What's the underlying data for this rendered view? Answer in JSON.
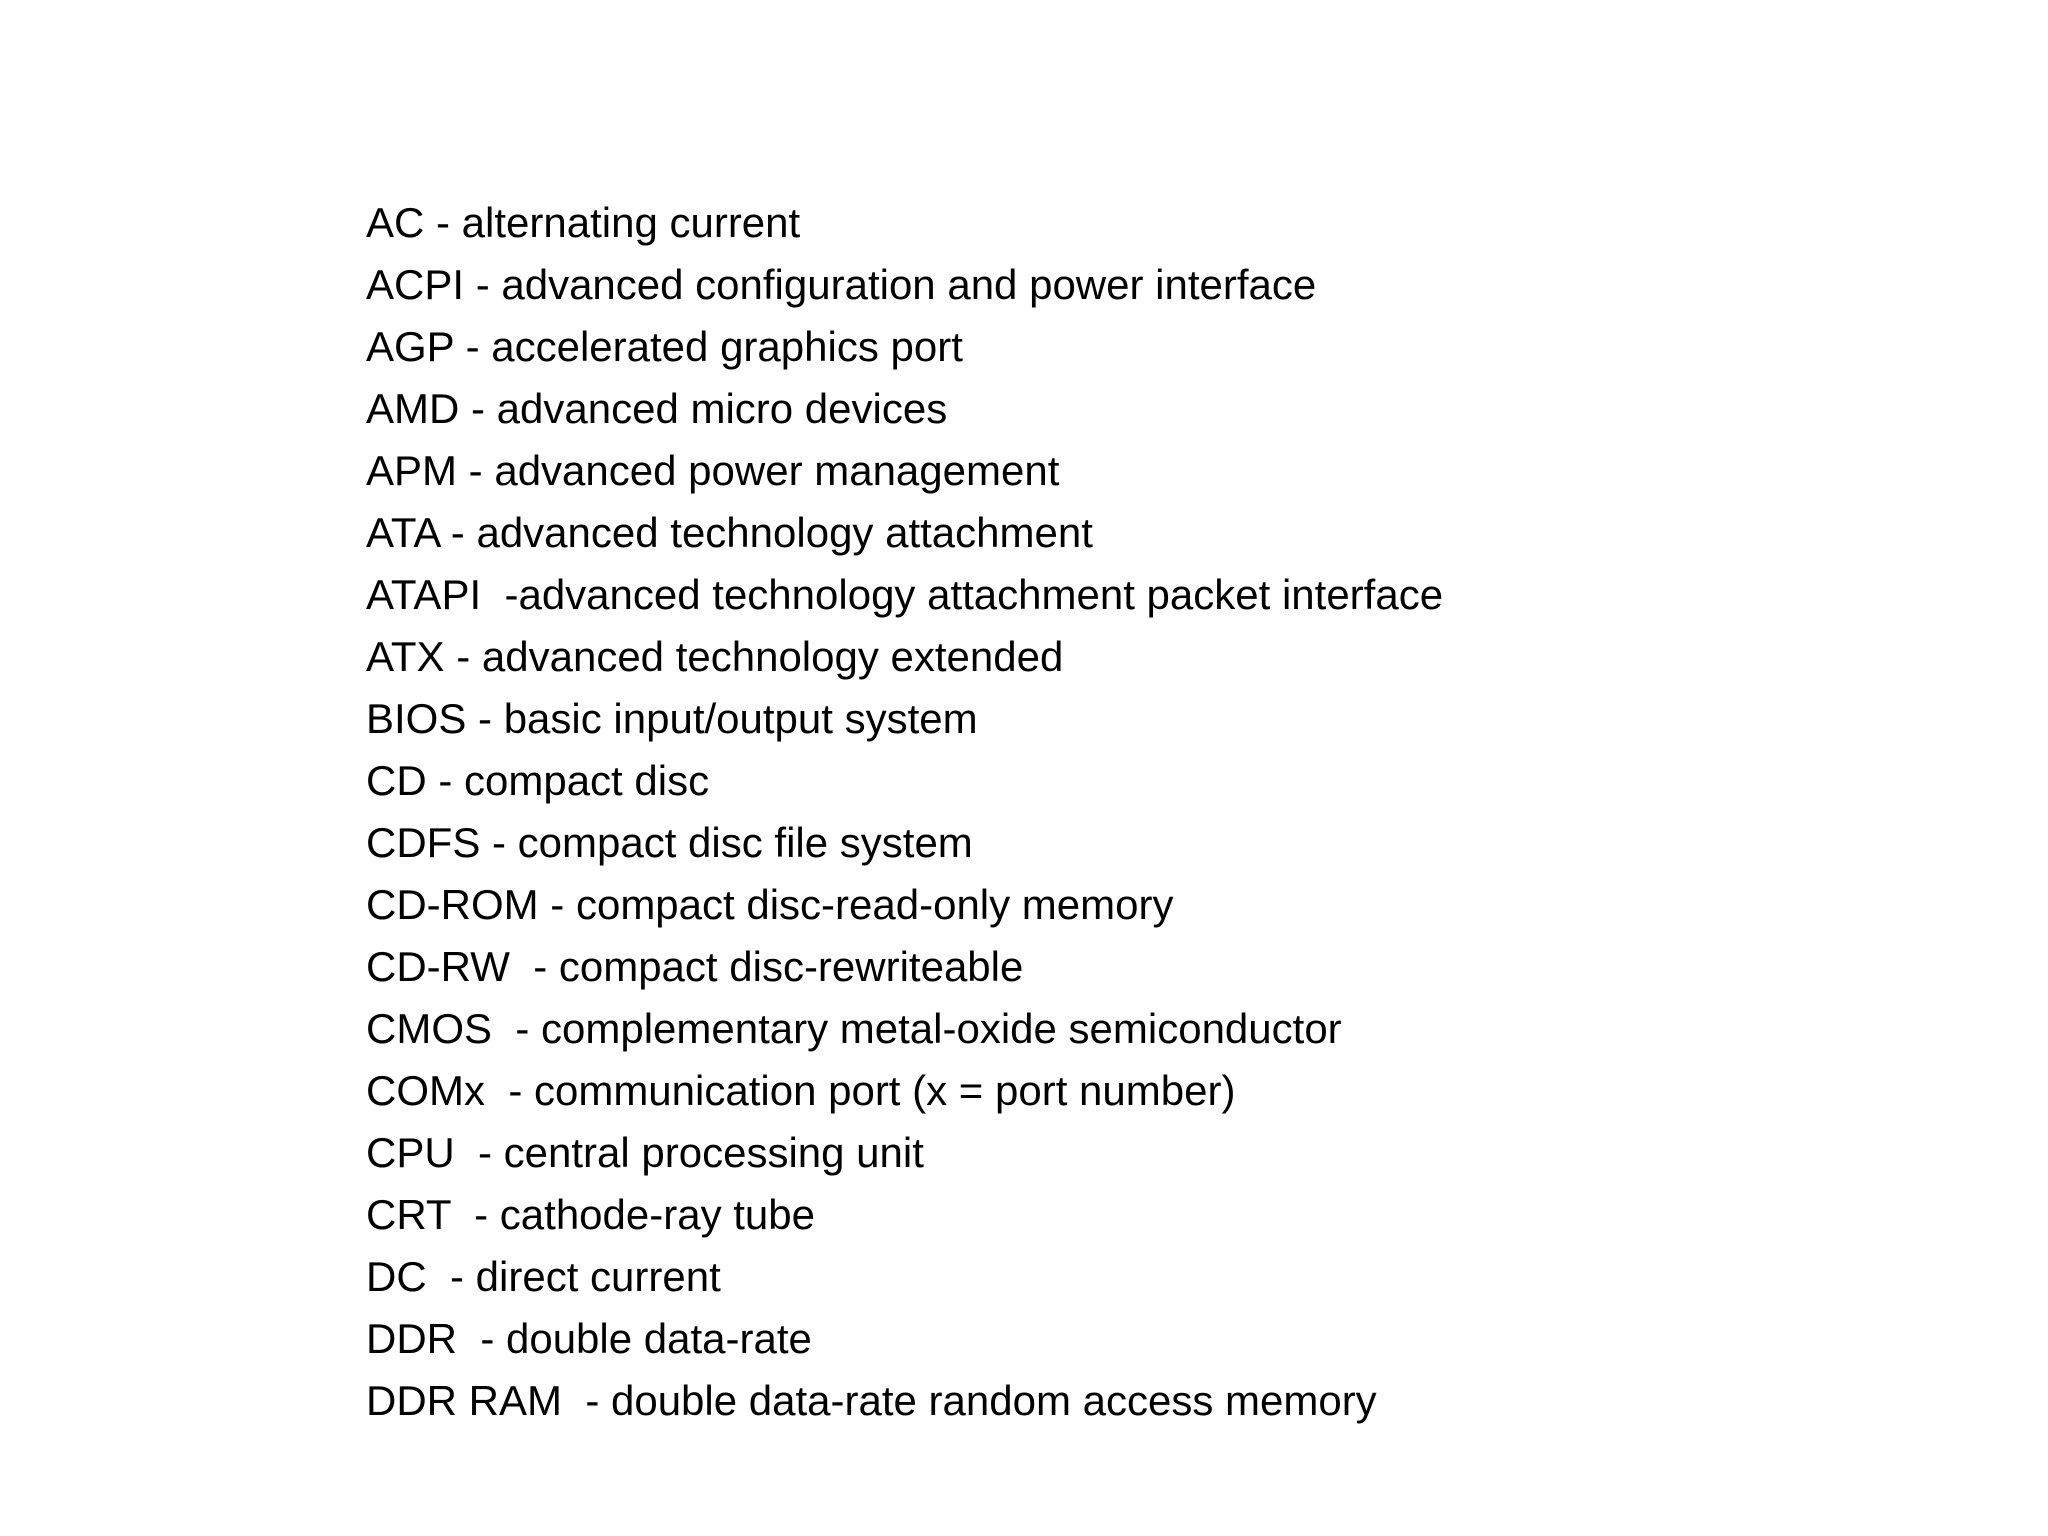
{
  "colors": {
    "background": "#ffffff",
    "text": "#000000"
  },
  "entries": [
    "AC - alternating current",
    "ACPI - advanced configuration and power interface",
    "AGP - accelerated graphics port",
    "AMD - advanced micro devices",
    "APM - advanced power management",
    "ATA - advanced technology attachment",
    "ATAPI  -advanced technology attachment packet interface",
    "ATX - advanced technology extended",
    "BIOS - basic input/output system",
    "CD - compact disc",
    "CDFS - compact disc file system",
    "CD-ROM - compact disc-read-only memory",
    "CD-RW  - compact disc-rewriteable",
    "CMOS  - complementary metal-oxide semiconductor",
    "COMx  - communication port (x = port number)",
    "CPU  - central processing unit",
    "CRT  - cathode-ray tube",
    "DC  - direct current",
    "DDR  - double data-rate",
    "DDR RAM  - double data-rate random access memory"
  ]
}
